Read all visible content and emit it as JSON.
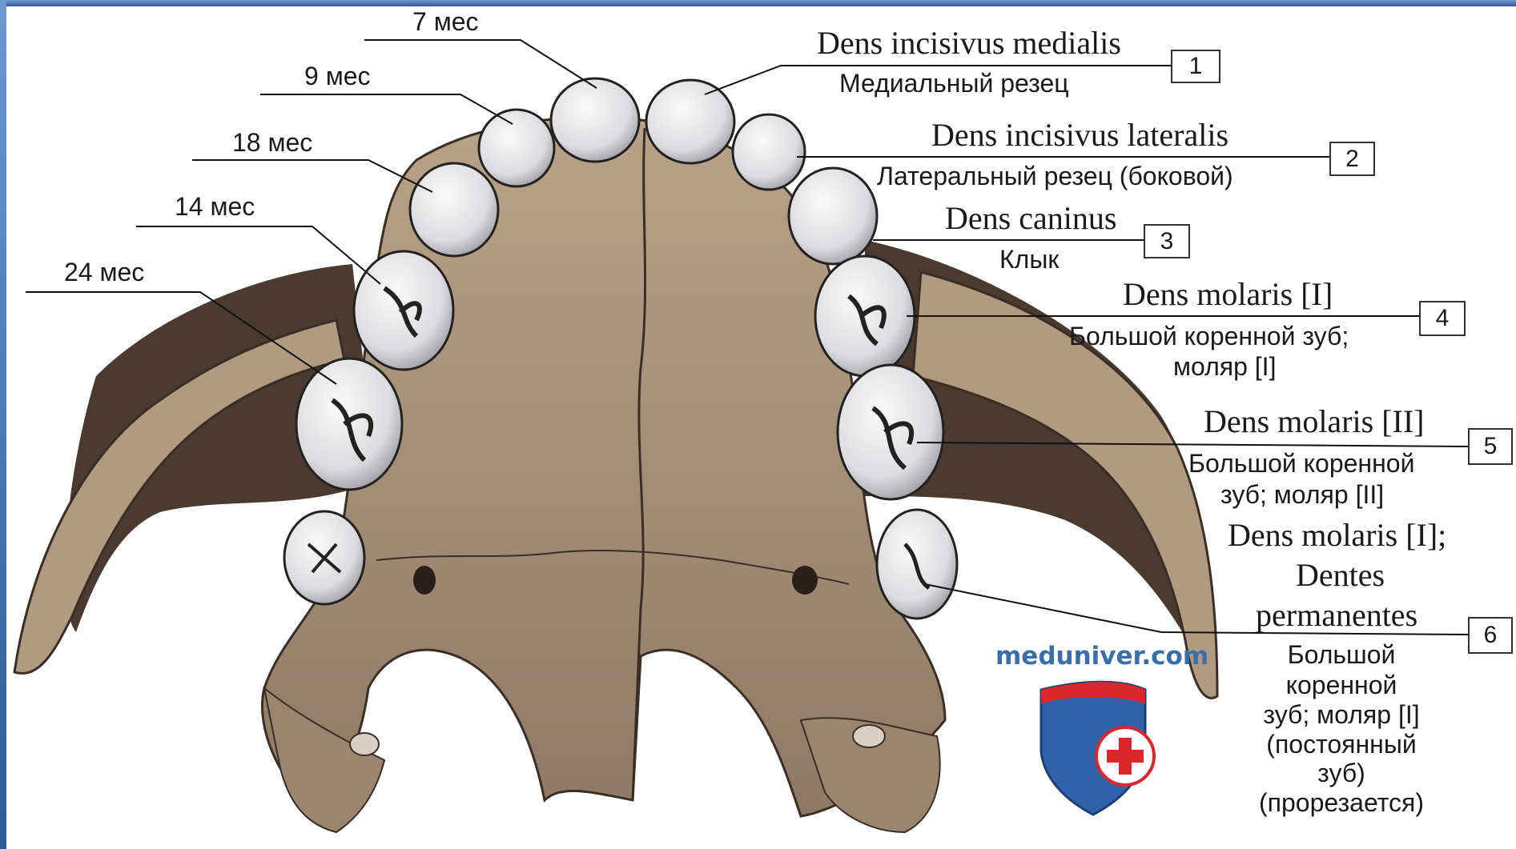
{
  "ages": {
    "m7": "7 мес",
    "m9": "9 мес",
    "m18": "18 мес",
    "m14": "14 мес",
    "m24": "24 мес"
  },
  "labels": [
    {
      "number": "1",
      "latin": "Dens incisivus medialis",
      "russian": [
        "Медиальный резец"
      ]
    },
    {
      "number": "2",
      "latin": "Dens incisivus lateralis",
      "russian": [
        "Латеральный резец (боковой)"
      ]
    },
    {
      "number": "3",
      "latin": "Dens caninus",
      "russian": [
        "Клык"
      ]
    },
    {
      "number": "4",
      "latin": "Dens molaris [I]",
      "russian": [
        "Большой коренной зуб;",
        "моляр [I]"
      ]
    },
    {
      "number": "5",
      "latin": "Dens molaris [II]",
      "russian": [
        "Большой коренной",
        "зуб; моляр [II]"
      ]
    },
    {
      "number": "6",
      "latin": [
        "Dens molaris [I];",
        "Dentes",
        "permanentes"
      ],
      "russian": [
        "Большой",
        "коренной",
        "зуб; моляр [I]",
        "(постоянный",
        "зуб)",
        "(прорезается)"
      ]
    }
  ],
  "watermark": "meduniver.com",
  "colors": {
    "bone": "#a8937a",
    "bone_shadow": "#5b4b3e",
    "tooth": "#e8e8ea",
    "brand_blue": "#3a6ea8",
    "brand_red": "#d9272e",
    "frame_blue": "#3f6fb0"
  }
}
